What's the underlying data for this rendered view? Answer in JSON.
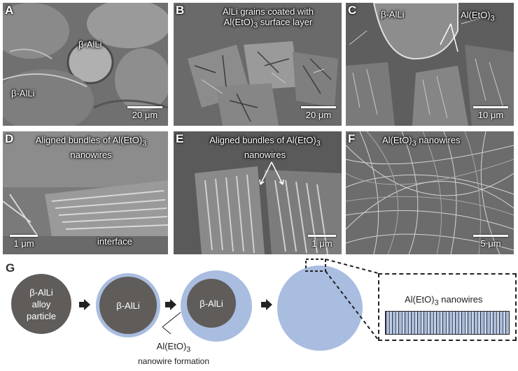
{
  "panels": [
    {
      "id": "A",
      "label": "A",
      "texts": [
        "β-AlLi",
        "β-AlLi"
      ],
      "scale_bar": "20 μm"
    },
    {
      "id": "B",
      "label": "B",
      "caption_line1": "AlLi grains coated with",
      "caption_line2": "Al(EtO)",
      "caption_sub": "3",
      "caption_tail": " surface layer",
      "scale_bar": "20 μm"
    },
    {
      "id": "C",
      "label": "C",
      "text_beta": "β-AlLi",
      "text_coat": "Al(EtO)",
      "text_coat_sub": "3",
      "scale_bar": "10 μm"
    },
    {
      "id": "D",
      "label": "D",
      "caption_line1": "Aligned bundles of Al(EtO)",
      "caption_sub": "3",
      "caption_line2": "nanowires",
      "text_interface": "interface",
      "scale_bar": "1 μm"
    },
    {
      "id": "E",
      "label": "E",
      "caption_line1": "Aligned bundles of Al(EtO)",
      "caption_sub": "3",
      "caption_line2": "nanowires",
      "scale_bar": "1 μm"
    },
    {
      "id": "F",
      "label": "F",
      "caption": "Al(EtO)",
      "caption_sub": "3",
      "caption_tail": " nanowires",
      "scale_bar": "5 μm"
    }
  ],
  "schematic": {
    "label": "G",
    "stage1_line1": "β-AlLi",
    "stage1_line2": "alloy",
    "stage1_line3": "particle",
    "stage2": "β-AlLi",
    "stage3": "β-AlLi",
    "formation_line1": "Al(EtO)",
    "formation_sub": "3",
    "formation_line2": "nanowire formation",
    "inset_label": "Al(EtO)",
    "inset_sub": "3",
    "inset_tail": " nanowires",
    "colors": {
      "core": "#5f5c5a",
      "coating": "#a9bde0",
      "arrow": "#222222"
    }
  }
}
